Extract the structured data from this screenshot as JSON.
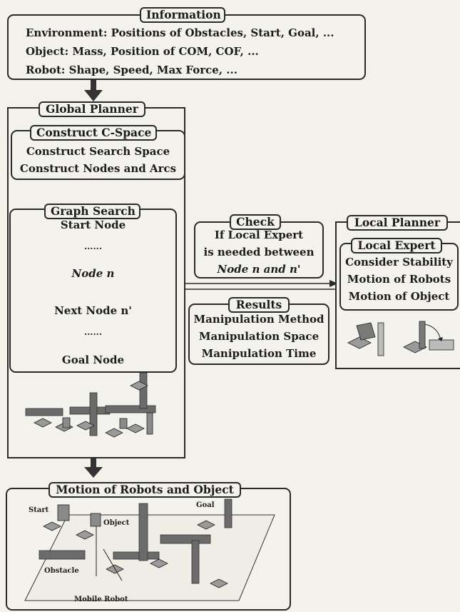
{
  "information": {
    "title": "Information",
    "lines": [
      "Environment: Positions of Obstacles, Start, Goal, ...",
      "Object: Mass, Position of COM, COF, ...",
      "Robot: Shape, Speed, Max Force, ..."
    ]
  },
  "global_planner": {
    "title": "Global Planner",
    "cspace": {
      "title": "Construct C-Space",
      "lines": [
        "Construct Search Space",
        "Construct Nodes and Arcs"
      ]
    },
    "graph_search": {
      "title": "Graph Search",
      "start": "Start Node",
      "dots1": "......",
      "node_n": "Node n",
      "next_node": "Next Node n'",
      "dots2": "......",
      "goal": "Goal Node"
    }
  },
  "check": {
    "title": "Check",
    "lines": [
      "If Local Expert",
      "is needed between",
      "Node n and n'"
    ]
  },
  "results": {
    "title": "Results",
    "lines": [
      "Manipulation Method",
      "Manipulation Space",
      "Manipulation Time"
    ]
  },
  "local_planner": {
    "title": "Local Planner",
    "expert": {
      "title": "Local Expert",
      "lines": [
        "Consider Stability",
        "Motion of Robots",
        "Motion of Object"
      ]
    }
  },
  "motion": {
    "title": "Motion of Robots and Object",
    "labels": {
      "start": "Start",
      "object": "Object",
      "goal": "Goal",
      "obstacle": "Obstacle",
      "mobile_robot": "Mobile Robot"
    }
  },
  "colors": {
    "ink": "#2a2a2a",
    "paper": "#f4f2ec",
    "obstacle": "#6b6b6b",
    "object": "#8a8a8a"
  }
}
